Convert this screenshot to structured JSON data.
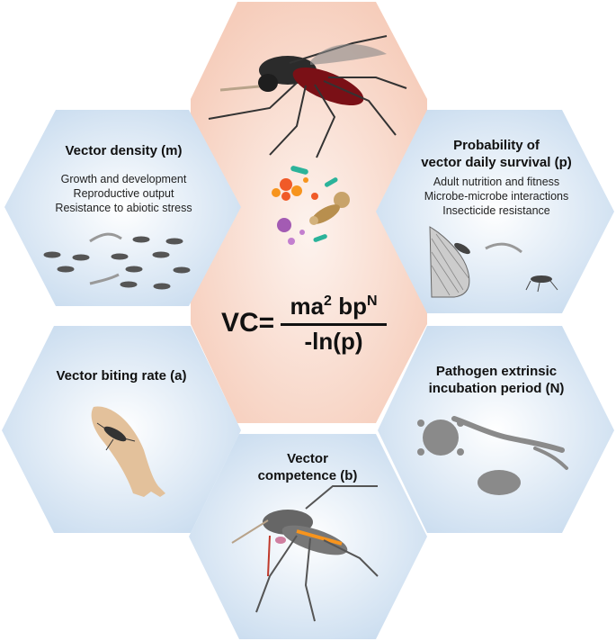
{
  "center": {
    "vc": "VC=",
    "numerator_base": "ma",
    "numerator_exp1": "2",
    "numerator_mid": "bp",
    "numerator_exp2": "N",
    "denominator": "-ln(p)"
  },
  "vector_density": {
    "title": "Vector density (m)",
    "lines": [
      "Growth and development",
      "Reproductive output",
      "Resistance to abiotic stress"
    ]
  },
  "survival": {
    "title_line1": "Probability of",
    "title_line2": "vector daily survival (p)",
    "lines": [
      "Adult nutrition and fitness",
      "Microbe-microbe interactions",
      "Insecticide resistance"
    ]
  },
  "biting": {
    "title": "Vector biting rate (a)"
  },
  "incubation": {
    "title_line1": "Pathogen extrinsic",
    "title_line2": "incubation period (N)"
  },
  "competence": {
    "title_line1": "Vector",
    "title_line2": "competence (b)"
  },
  "colors": {
    "blue_hex": "#dbe8f5",
    "blue_hex_edge": "#c3d7ec",
    "center_hex": "#f8d9cc",
    "center_glow": "#fbe7de"
  }
}
